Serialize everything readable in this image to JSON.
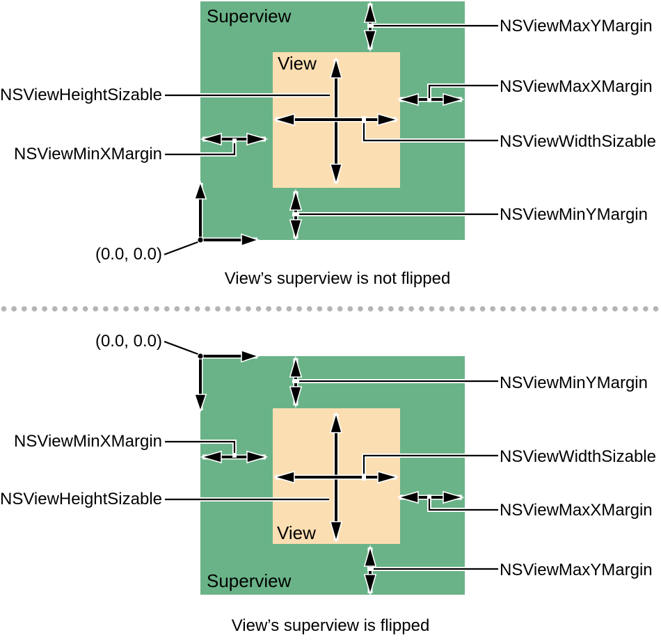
{
  "colors": {
    "superview-fill": "#6ab388",
    "view-fill": "#fbdeb2",
    "separator-dot": "#b4b4b4",
    "ink": "#000000"
  },
  "not_flipped": {
    "superview_label": "Superview",
    "view_label": "View",
    "origin_label": "(0.0, 0.0)",
    "caption": "View’s superview is not flipped",
    "labels": {
      "height_sizable": "NSViewHeightSizable",
      "min_x_margin": "NSViewMinXMargin",
      "max_y_margin": "NSViewMaxYMargin",
      "max_x_margin": "NSViewMaxXMargin",
      "width_sizable": "NSViewWidthSizable",
      "min_y_margin": "NSViewMinYMargin"
    }
  },
  "flipped": {
    "superview_label": "Superview",
    "view_label": "View",
    "origin_label": "(0.0, 0.0)",
    "caption": "View’s superview is flipped",
    "labels": {
      "min_y_margin": "NSViewMinYMargin",
      "min_x_margin": "NSViewMinXMargin",
      "width_sizable": "NSViewWidthSizable",
      "height_sizable": "NSViewHeightSizable",
      "max_x_margin": "NSViewMaxXMargin",
      "max_y_margin": "NSViewMaxYMargin"
    }
  }
}
